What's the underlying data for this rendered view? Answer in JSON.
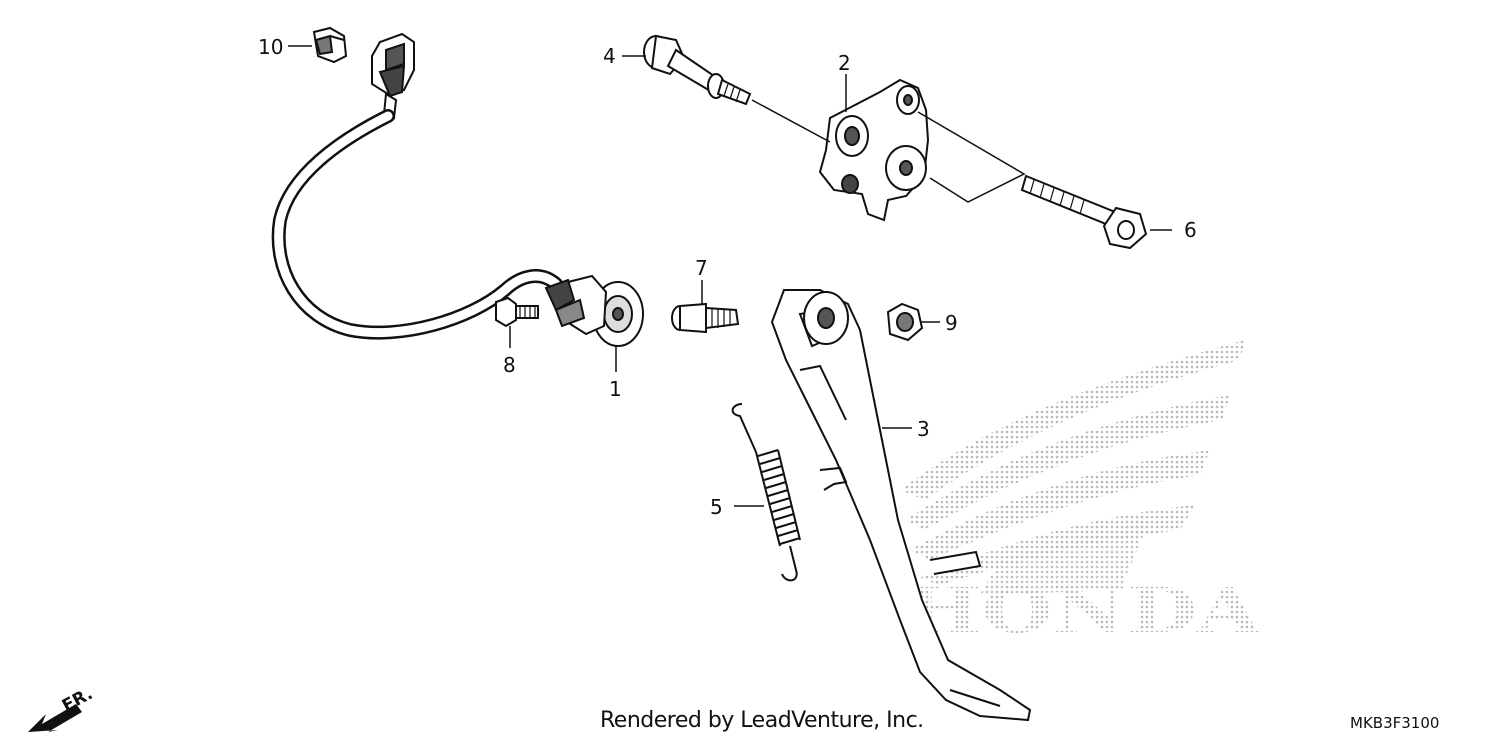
{
  "callouts": {
    "p1": "1",
    "p2": "2",
    "p3": "3",
    "p4": "4",
    "p5": "5",
    "p6": "6",
    "p7": "7",
    "p8": "8",
    "p9": "9",
    "p10": "10"
  },
  "direction_label": "FR.",
  "watermark": "HONDA",
  "credit": "Rendered by LeadVenture, Inc.",
  "diagram_code": "MKB3F3100",
  "colors": {
    "ink": "#111111",
    "watermark": "#c8c8c8"
  }
}
